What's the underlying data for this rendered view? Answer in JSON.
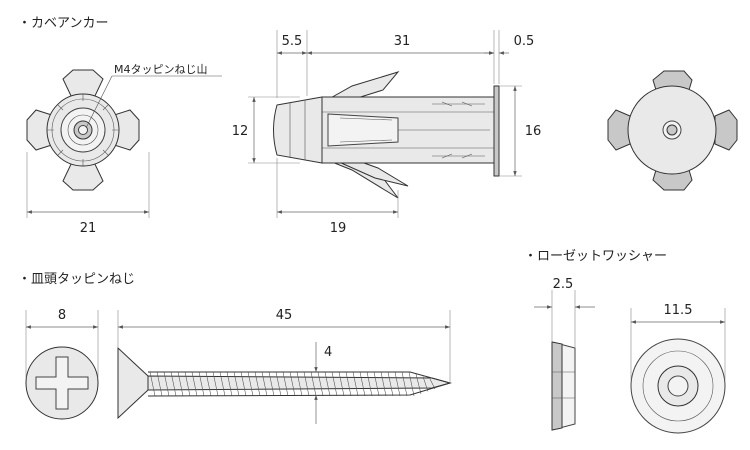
{
  "sections": {
    "anchor": "・カベアンカー",
    "screw": "・皿頭タッピンねじ",
    "washer": "・ローゼットワッシャー"
  },
  "callouts": {
    "thread": "M4タッピンねじ山"
  },
  "dimensions": {
    "anchor_width": "21",
    "anchor_head_offset": "5.5",
    "anchor_body_length": "31",
    "anchor_flange_thickness": "0.5",
    "anchor_tip_diameter": "12",
    "anchor_flange_diameter": "16",
    "anchor_leg_length": "19",
    "screw_head_diameter": "8",
    "screw_length": "45",
    "screw_thread_diameter": "4",
    "washer_thickness": "2.5",
    "washer_diameter": "11.5"
  }
}
